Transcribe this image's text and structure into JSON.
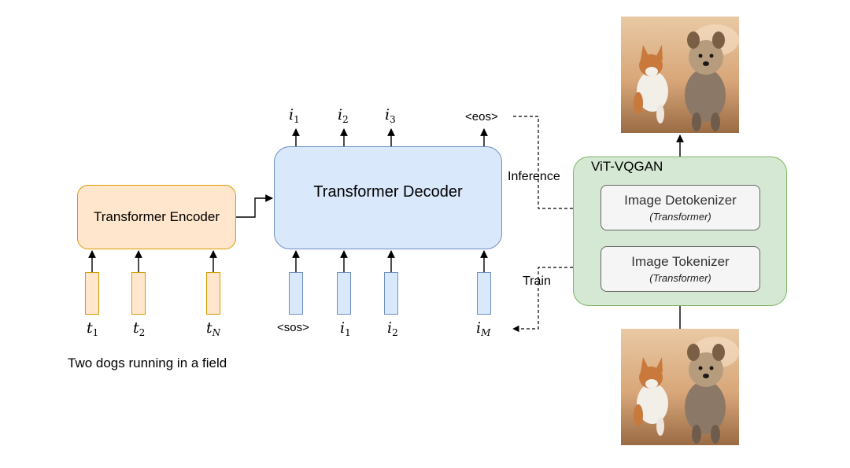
{
  "encoder": {
    "label": "Transformer Encoder"
  },
  "decoder": {
    "label": "Transformer Decoder"
  },
  "vqgan": {
    "title": "ViT-VQGAN",
    "detokenizer": {
      "label": "Image Detokenizer",
      "sub": "(Transformer)"
    },
    "tokenizer": {
      "label": "Image Tokenizer",
      "sub": "(Transformer)"
    }
  },
  "text_tokens": [
    {
      "base": "t",
      "sub": "1"
    },
    {
      "base": "t",
      "sub": "2"
    },
    {
      "base": "t",
      "sub": "N"
    }
  ],
  "decoder_inputs": {
    "sos": "<sos>",
    "tokens": [
      {
        "base": "i",
        "sub": "1"
      },
      {
        "base": "i",
        "sub": "2"
      },
      {
        "base": "i",
        "sub": "M"
      }
    ]
  },
  "decoder_outputs": {
    "tokens": [
      {
        "base": "i",
        "sub": "1"
      },
      {
        "base": "i",
        "sub": "2"
      },
      {
        "base": "i",
        "sub": "3"
      }
    ],
    "eos": "<eos>"
  },
  "labels": {
    "inference": "Inference",
    "train": "Train"
  },
  "caption": "Two dogs running in a field",
  "colors": {
    "encoder_fill": "#ffe6cc",
    "encoder_stroke": "#d79b00",
    "decoder_fill": "#dae8fc",
    "decoder_stroke": "#6c8ebf",
    "vqgan_fill": "#d5e8d4",
    "vqgan_stroke": "#82b366",
    "inner_fill": "#f5f5f5",
    "inner_stroke": "#666666"
  }
}
